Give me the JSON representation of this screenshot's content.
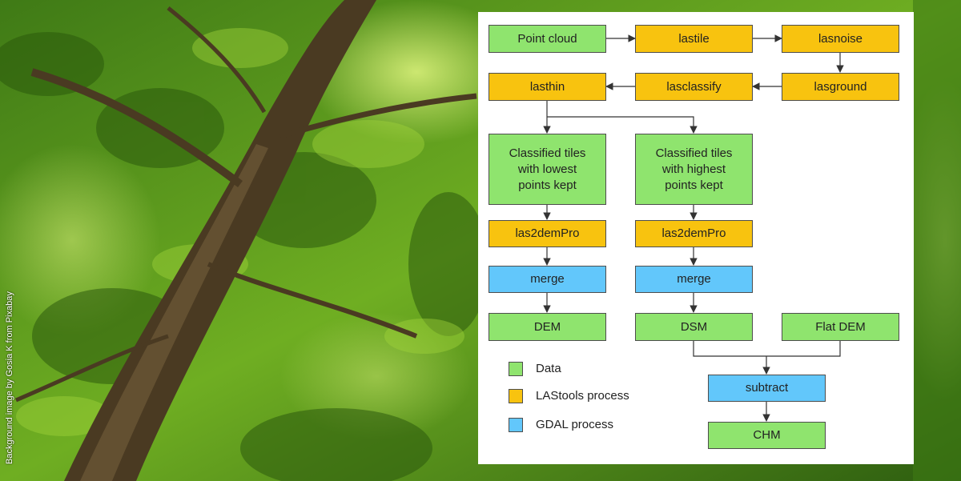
{
  "background_credit": "Background image by Gosia K from Pixabay",
  "colors": {
    "data": "#8fe46e",
    "lastools": "#f8c30f",
    "gdal": "#62c7fb",
    "border": "#4d4d4d",
    "arrow": "#333333"
  },
  "nodes": {
    "point_cloud": "Point cloud",
    "lastile": "lastile",
    "lasnoise": "lasnoise",
    "lasground": "lasground",
    "lasclassify": "lasclassify",
    "lasthin": "lasthin",
    "tiles_lowest": [
      "Classified tiles",
      "with lowest",
      "points kept"
    ],
    "tiles_highest": [
      "Classified tiles",
      "with highest",
      "points kept"
    ],
    "las2dem_left": "las2demPro",
    "las2dem_right": "las2demPro",
    "merge_left": "merge",
    "merge_right": "merge",
    "dem": "DEM",
    "dsm": "DSM",
    "flat_dem": "Flat DEM",
    "subtract": "subtract",
    "chm": "CHM"
  },
  "legend": [
    {
      "label": "Data",
      "color": "#8fe46e"
    },
    {
      "label": "LAStools process",
      "color": "#f8c30f"
    },
    {
      "label": "GDAL process",
      "color": "#62c7fb"
    }
  ]
}
